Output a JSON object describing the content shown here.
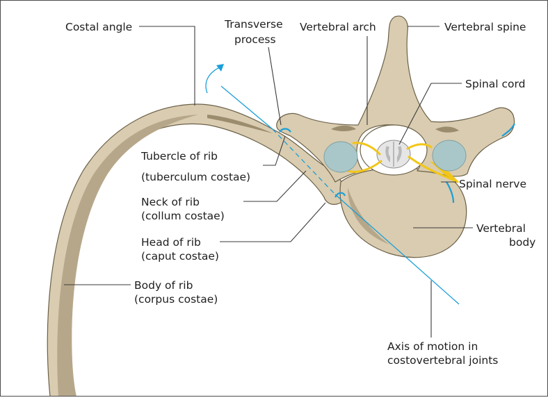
{
  "labels": {
    "costal_angle": "Costal angle",
    "transverse_process_1": "Transverse",
    "transverse_process_2": "process",
    "vertebral_arch": "Vertebral arch",
    "vertebral_spine": "Vertebral spine",
    "spinal_cord": "Spinal cord",
    "tubercle_1": "Tubercle of rib",
    "tubercle_2": "(tuberculum costae)",
    "spinal_nerve": "Spinal nerve",
    "neck_1": "Neck of rib",
    "neck_2": "(collum costae)",
    "vertebral_body_1": "Vertebral",
    "vertebral_body_2": "body",
    "head_1": "Head of rib",
    "head_2": "(caput costae)",
    "body_rib_1": "Body of rib",
    "body_rib_2": "(corpus costae)",
    "axis_1": "Axis of motion in",
    "axis_2": "costovertebral joints"
  },
  "colors": {
    "bone": "#d9ccb0",
    "bone_outline": "#6b6048",
    "axis": "#1a9fd8",
    "nerve": "#f2c618",
    "cartilage": "#a9c7c9"
  }
}
